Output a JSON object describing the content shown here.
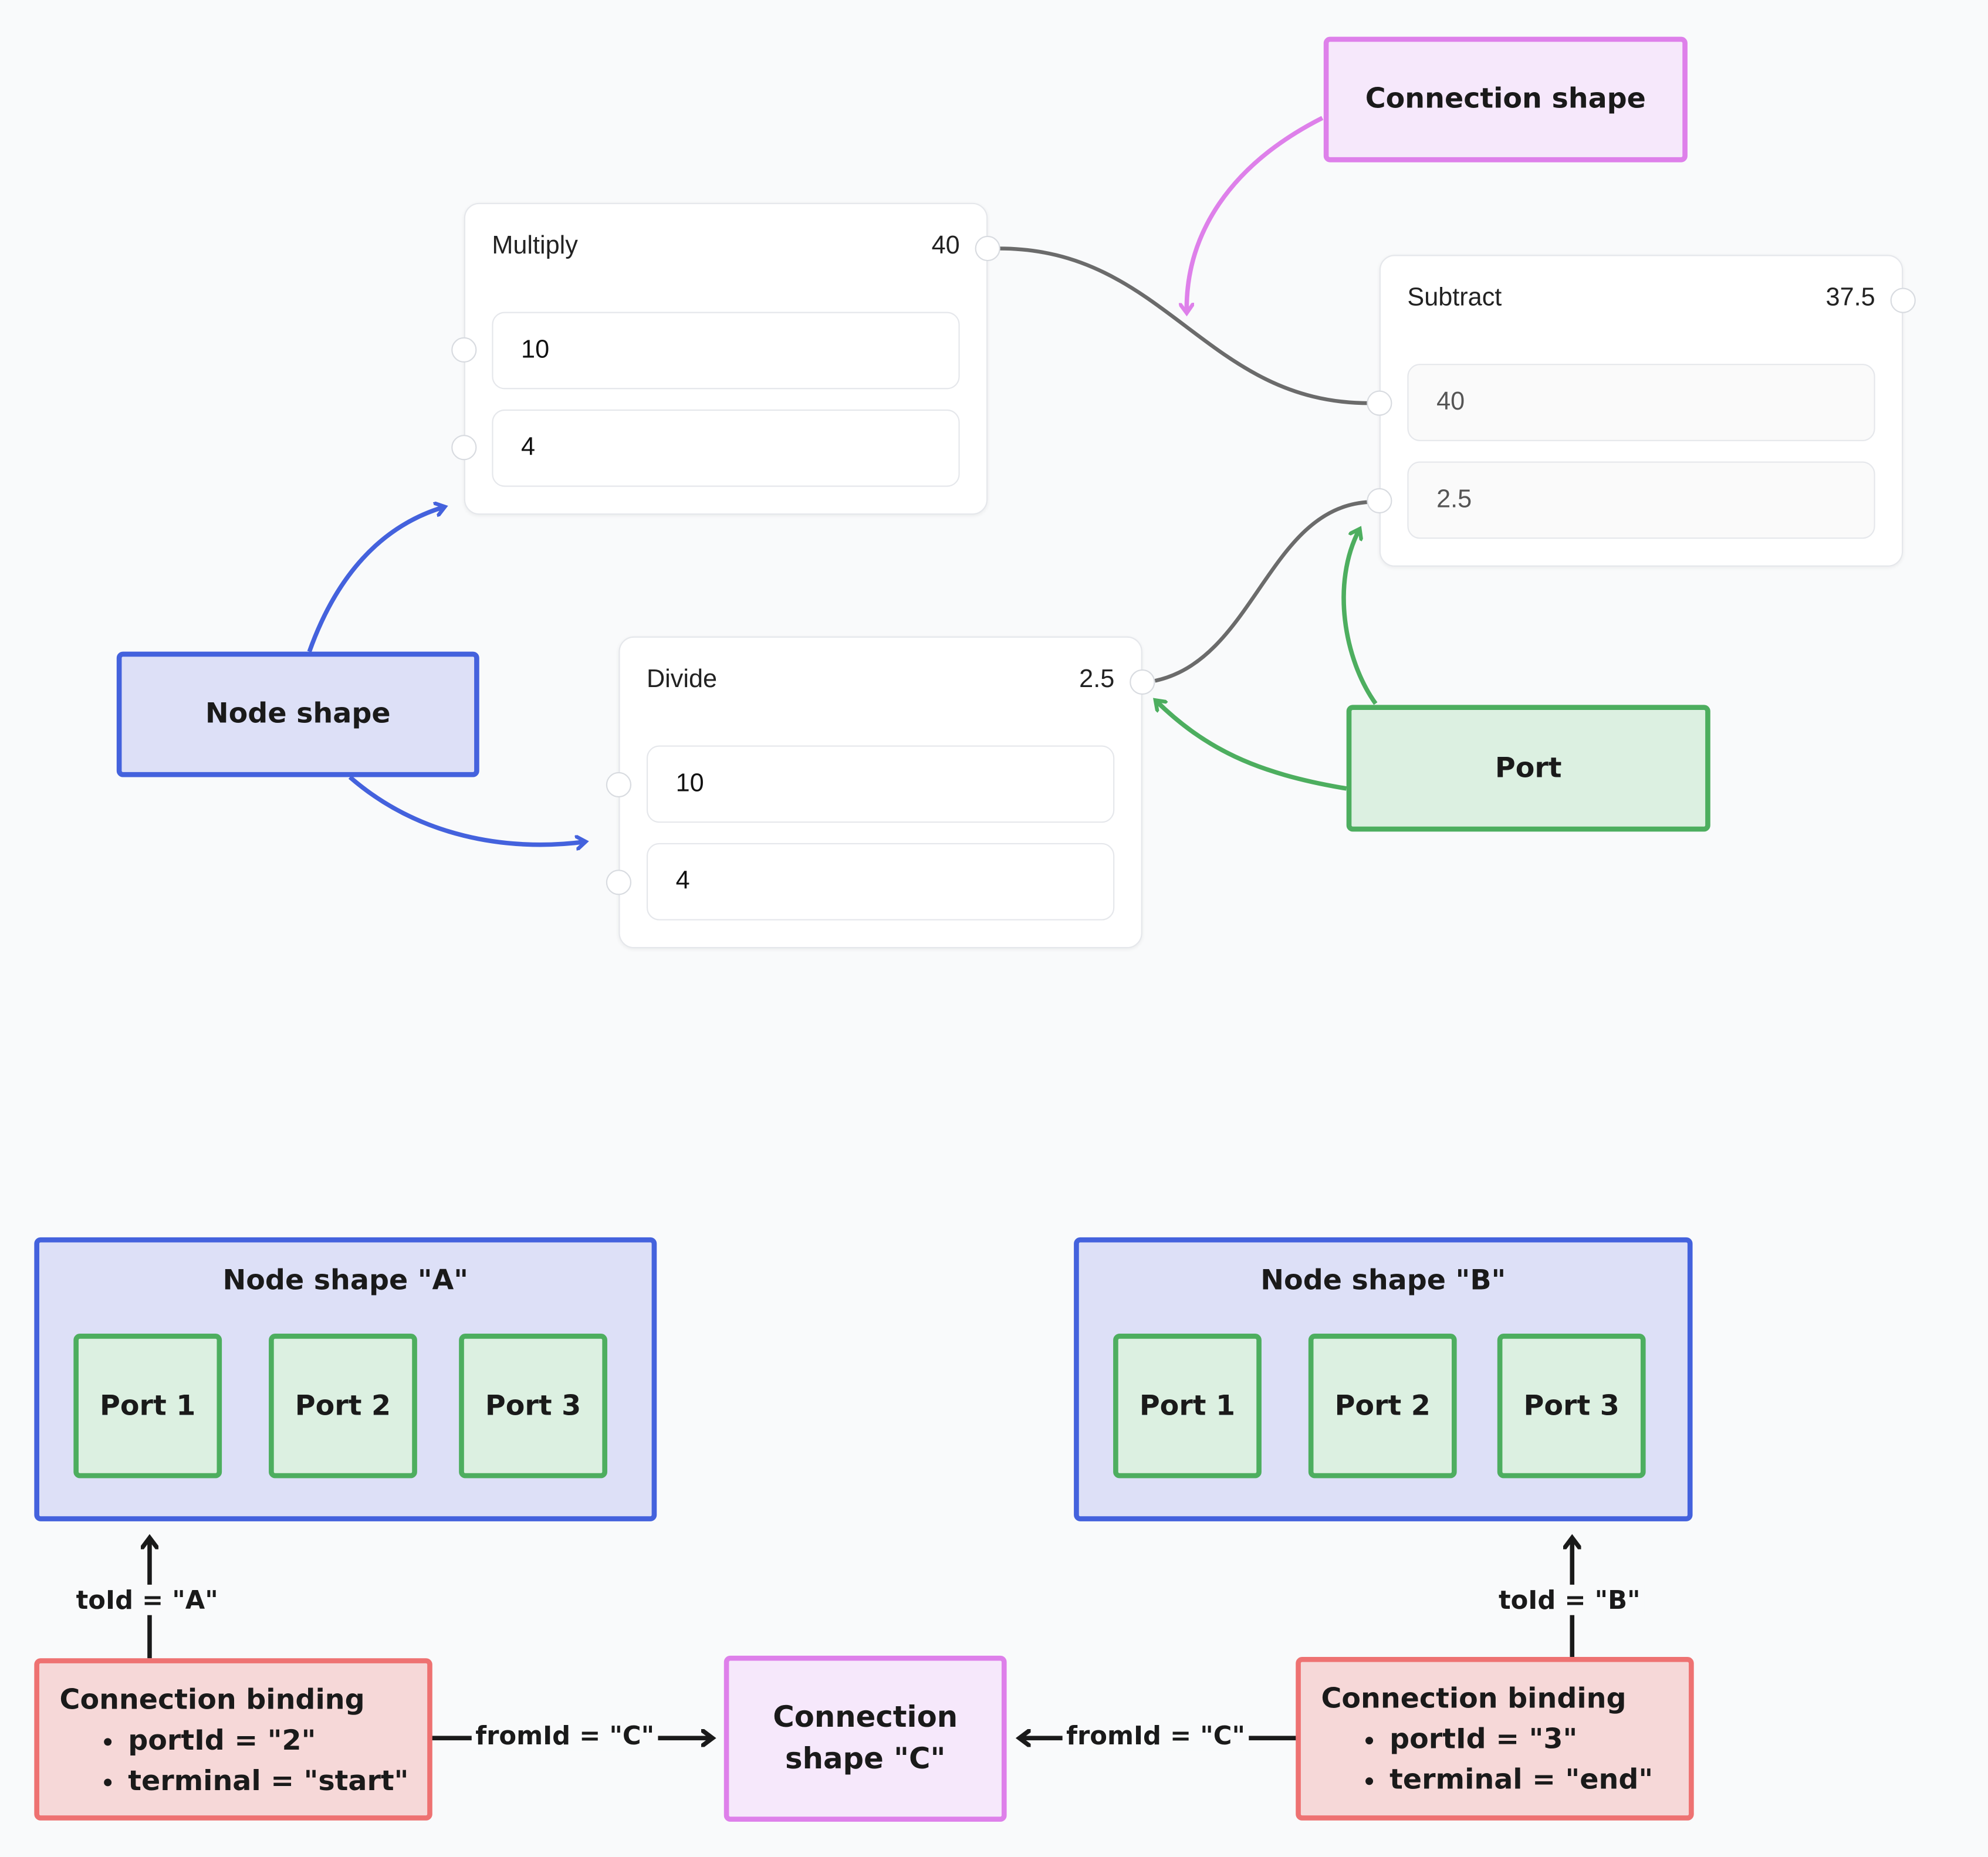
{
  "nodes": {
    "multiply": {
      "title": "Multiply",
      "result": "40",
      "inputs": [
        "10",
        "4"
      ]
    },
    "subtract": {
      "title": "Subtract",
      "result": "37.5",
      "inputs": [
        "40",
        "2.5"
      ]
    },
    "divide": {
      "title": "Divide",
      "result": "2.5",
      "inputs": [
        "10",
        "4"
      ]
    }
  },
  "annotations": {
    "connection_shape": "Connection shape",
    "node_shape": "Node shape",
    "port": "Port"
  },
  "schema": {
    "node_a": {
      "title": "Node shape \"A\"",
      "ports": [
        "Port 1",
        "Port 2",
        "Port 3"
      ]
    },
    "node_b": {
      "title": "Node shape \"B\"",
      "ports": [
        "Port 1",
        "Port 2",
        "Port 3"
      ]
    },
    "binding_start": {
      "title": "Connection binding",
      "items": [
        "portId = \"2\"",
        "terminal = \"start\""
      ]
    },
    "binding_end": {
      "title": "Connection binding",
      "items": [
        "portId = \"3\"",
        "terminal = \"end\""
      ]
    },
    "connection_c": {
      "line1": "Connection",
      "line2": "shape \"C\""
    },
    "labels": {
      "to_a": "toId = \"A\"",
      "to_b": "toId = \"B\"",
      "from_left": "fromId = \"C\"",
      "from_right": "fromId = \"C\""
    }
  },
  "colors": {
    "node_blue": "#4462dd",
    "port_green": "#4dae5f",
    "connection_pink": "#de80ea",
    "binding_red": "#ee7272",
    "wire_gray": "#6b6b6b"
  }
}
